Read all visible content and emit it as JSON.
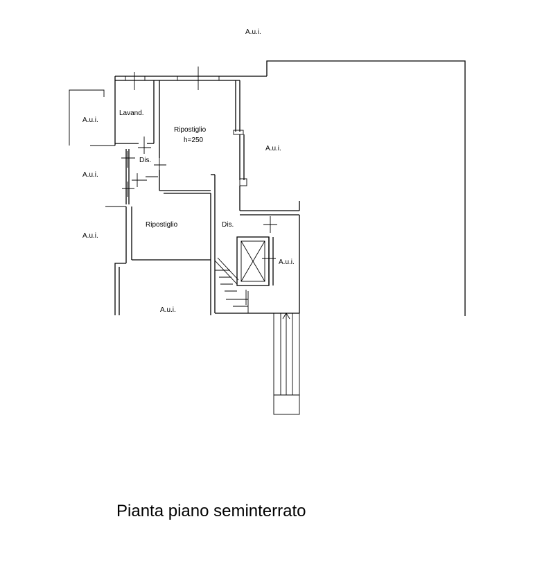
{
  "caption": "Pianta piano seminterrato",
  "labels": {
    "aui_top": "A.u.i.",
    "aui_right": "A.u.i.",
    "aui_left_1": "A.u.i.",
    "aui_left_2": "A.u.i.",
    "aui_left_3": "A.u.i.",
    "aui_bottom": "A.u.i.",
    "aui_stair": "A.u.i.",
    "lavanderia": "Lavand.",
    "ripostiglio_1": "Ripostiglio",
    "ripostiglio_1_height": "h=250",
    "disimpegno_1": "Dis.",
    "ripostiglio_2": "Ripostiglio",
    "disimpegno_2": "Dis."
  }
}
